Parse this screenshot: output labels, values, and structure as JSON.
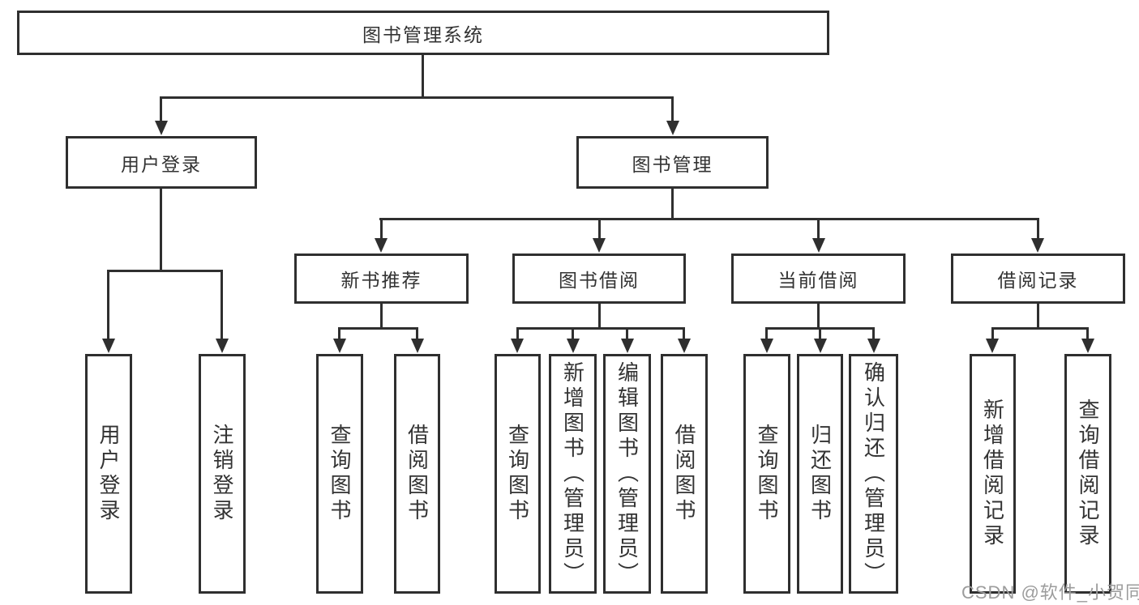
{
  "diagram": {
    "root": {
      "label": "图书管理系统"
    },
    "branches": [
      {
        "label": "用户登录",
        "children": [
          {
            "label": "用户登录"
          },
          {
            "label": "注销登录"
          }
        ]
      },
      {
        "label": "图书管理",
        "groups": [
          {
            "label": "新书推荐",
            "children": [
              {
                "label": "查询图书"
              },
              {
                "label": "借阅图书"
              }
            ]
          },
          {
            "label": "图书借阅",
            "children": [
              {
                "label": "查询图书"
              },
              {
                "label": "新增图书（管理员）"
              },
              {
                "label": "编辑图书（管理员）"
              },
              {
                "label": "借阅图书"
              }
            ]
          },
          {
            "label": "当前借阅",
            "children": [
              {
                "label": "查询图书"
              },
              {
                "label": "归还图书"
              },
              {
                "label": "确认归还（管理员）"
              }
            ]
          },
          {
            "label": "借阅记录",
            "children": [
              {
                "label": "新增借阅记录"
              },
              {
                "label": "查询借阅记录"
              }
            ]
          }
        ]
      }
    ]
  },
  "watermark": "CSDN @软件_小贺同学",
  "colors": {
    "line": "#2f2f2f",
    "text": "#333333",
    "background": "#ffffff",
    "watermark": "#9c9c9c"
  }
}
